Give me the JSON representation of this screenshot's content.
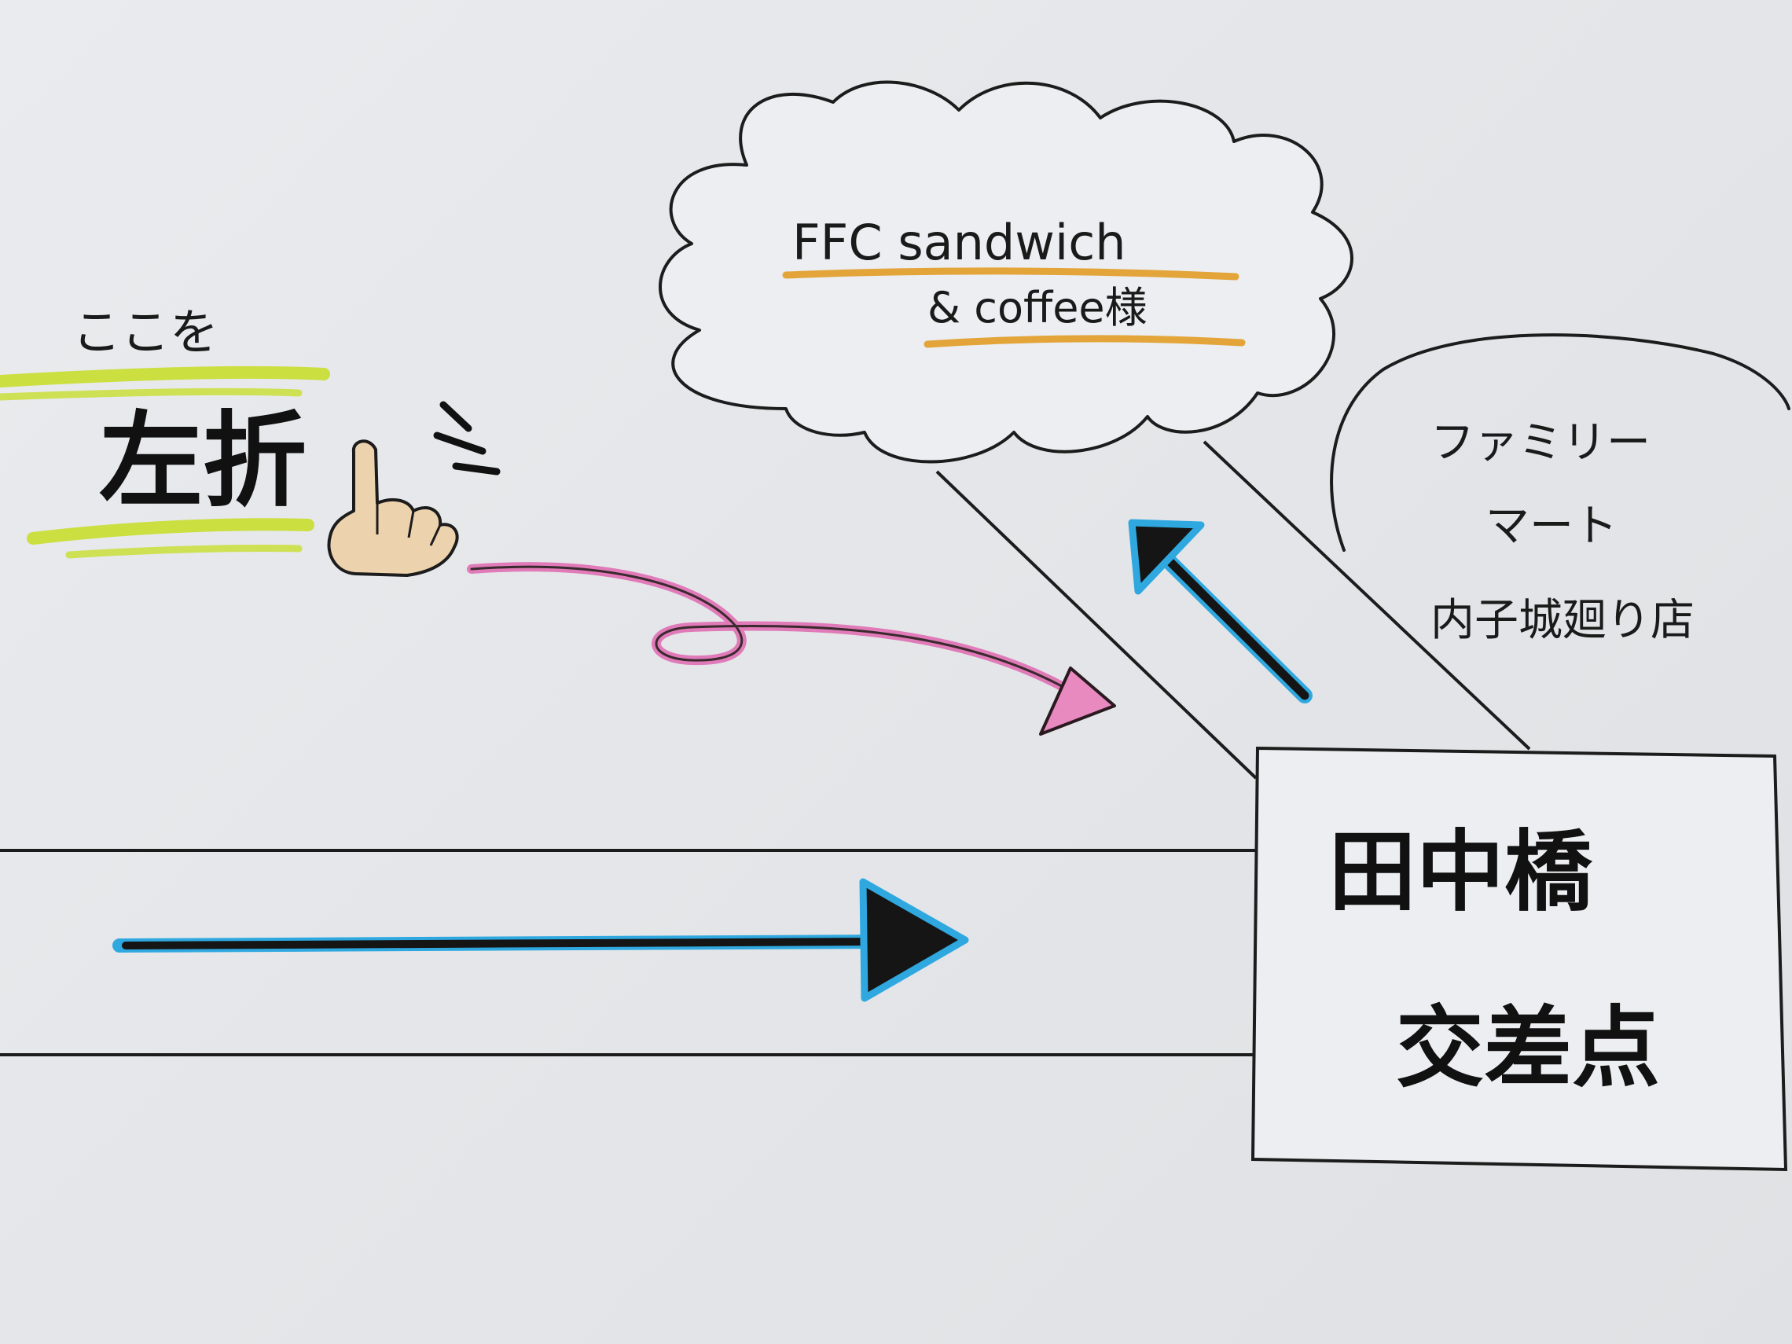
{
  "annotation": {
    "prefix": "ここを",
    "instruction": "左折"
  },
  "destination": {
    "name_line1": "FFC sandwich",
    "name_line2": "& coffee様"
  },
  "landmark": {
    "line1": "ファミリー",
    "line2": "マート",
    "line3": "内子城廻り店"
  },
  "intersection": {
    "line1": "田中橋",
    "line2": "交差点"
  },
  "colors": {
    "road_line": "#1c1c1c",
    "arrow_fill": "#151515",
    "arrow_outline": "#2fa8e0",
    "turn_arrow": "#e07ab8",
    "highlight_yellow": "#c8de2e",
    "underline_orange": "#e3a43a",
    "hand_skin": "#ecd2ad"
  },
  "icons": {
    "hand": "pointing-hand-icon",
    "emphasis": "emphasis-marks-icon",
    "turn": "curved-turn-arrow-icon",
    "straight": "straight-arrow-icon",
    "diagonal": "diagonal-arrow-icon"
  }
}
